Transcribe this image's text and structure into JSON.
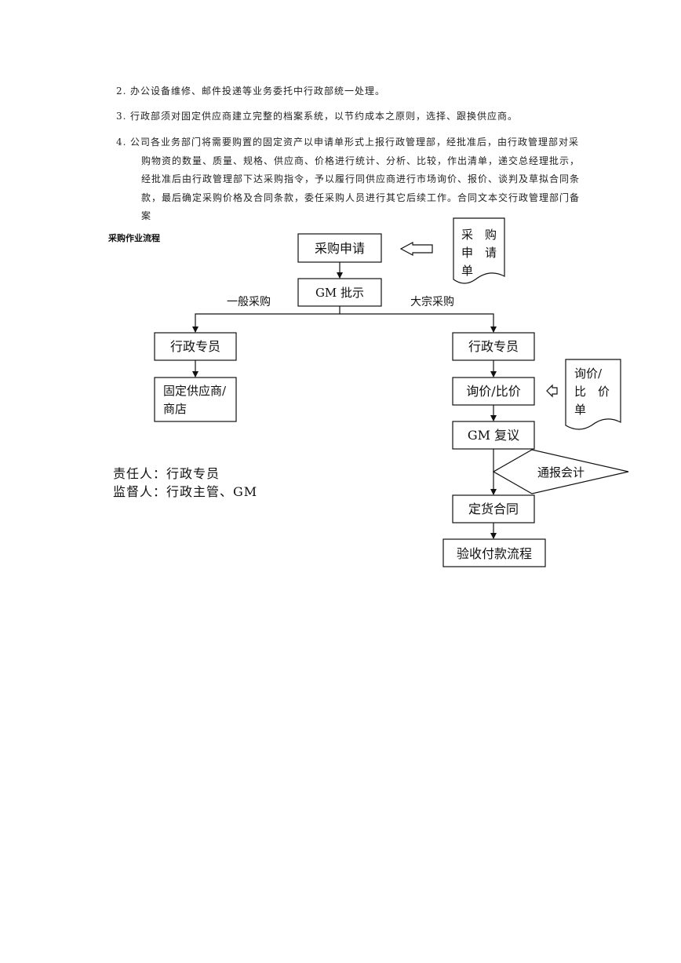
{
  "paragraphs": [
    {
      "num": "2.",
      "text": "办公设备维修、邮件投递等业务委托中行政部统一处理。"
    },
    {
      "num": "3.",
      "text": "行政部须对固定供应商建立完整的档案系统，以节约成本之原则，选择、跟换供应商。"
    },
    {
      "num": "4.",
      "text": "公司各业务部门将需要购置的固定资产以申请单形式上报行政管理部，经批准后，由行政管理部对采购物资的数量、质量、规格、供应商、价格进行统计、分析、比较，作出清单，递交总经理批示，经批准后由行政管理部下达采购指令，予以履行同供应商进行市场询价、报价、谈判及草拟合同条款，最后确定采购价格及合同条款，委任采购人员进行其它后续工作。合同文本交行政管理部门备案"
    }
  ],
  "section_title": "采购作业流程",
  "flowchart": {
    "purchase_request": "采购申请",
    "request_doc": [
      "采　购",
      "申　请",
      "单"
    ],
    "gm_approval": "GM 批示",
    "general_purchase": "一般采购",
    "bulk_purchase": "大宗采购",
    "admin_left": "行政专员",
    "fixed_supplier": [
      "固定供应商/",
      "商店"
    ],
    "admin_right": "行政专员",
    "inquiry_compare": "询价/比价",
    "inquiry_doc": [
      "询价/",
      "比　价",
      "单"
    ],
    "gm_review": "GM 复议",
    "notify_accounting": "通报会计",
    "order_contract": "定货合同",
    "acceptance_payment": "验收付款流程"
  },
  "responsibility": {
    "responsible": "责任人：行政专员",
    "supervisor": "监督人：行政主管、GM"
  }
}
